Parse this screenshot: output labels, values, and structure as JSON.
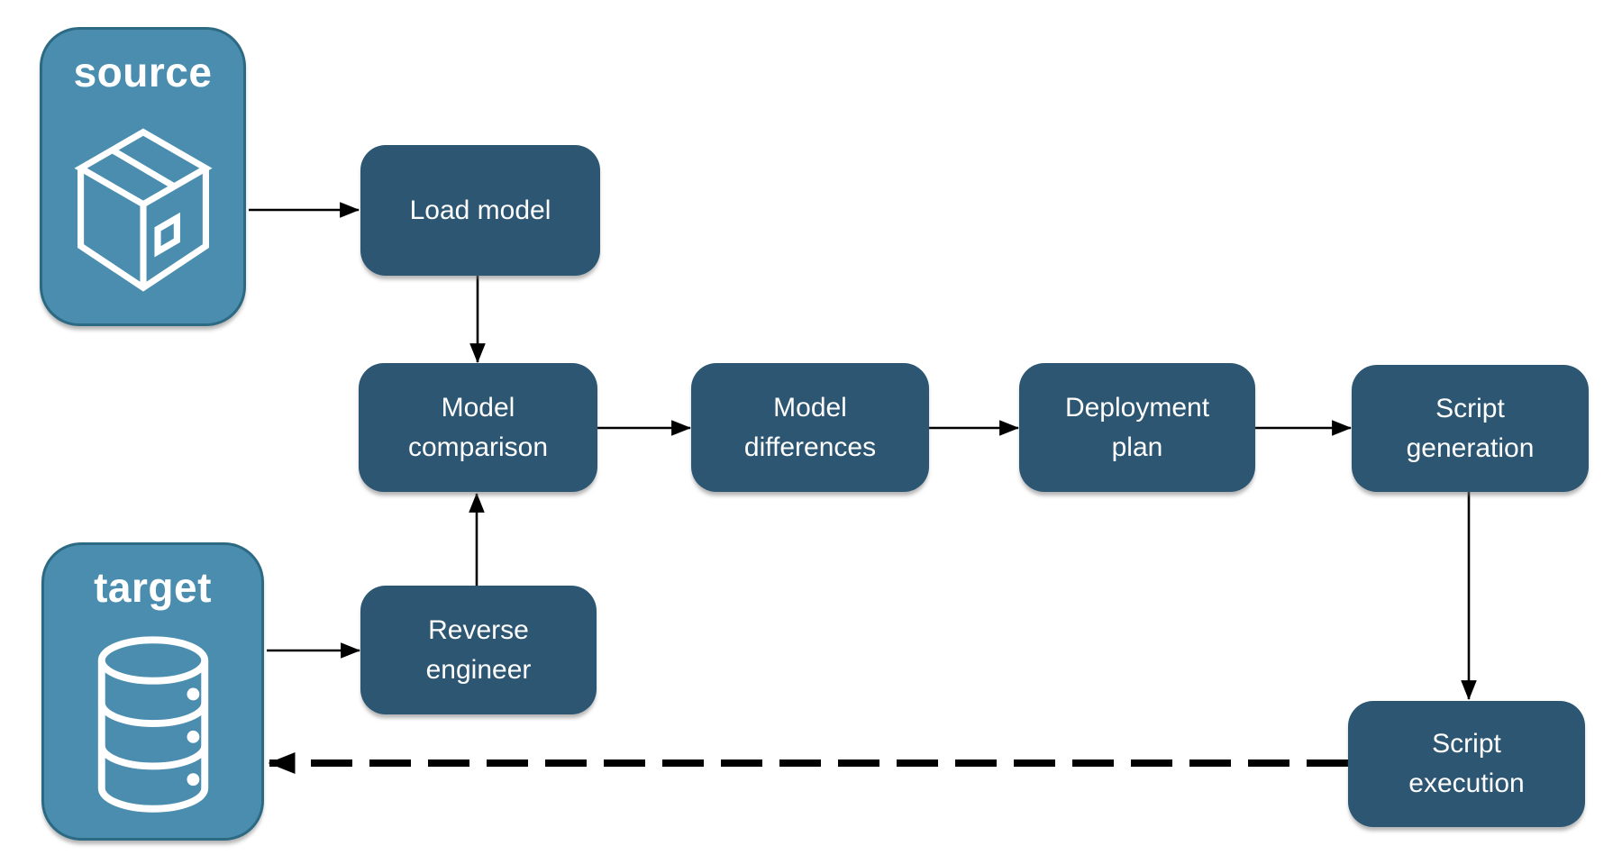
{
  "diagram": {
    "kind": "flowchart",
    "background": "#ffffff"
  },
  "colors": {
    "process_fill": "#2C5672",
    "entity_fill": "#4A8DAE",
    "entity_border": "#2C6A84",
    "arrow_color": "#000000",
    "label_text": "#FFFFFF"
  },
  "entities": {
    "source": {
      "label": "source",
      "icon": "package-box-icon"
    },
    "target": {
      "label": "target",
      "icon": "database-icon"
    }
  },
  "nodes": {
    "load_model": {
      "label": "Load model"
    },
    "model_comparison": {
      "label": "Model\ncomparison"
    },
    "model_differences": {
      "label": "Model\ndifferences"
    },
    "deployment_plan": {
      "label": "Deployment\nplan"
    },
    "script_generation": {
      "label": "Script\ngeneration"
    },
    "reverse_engineer": {
      "label": "Reverse\nengineer"
    },
    "script_execution": {
      "label": "Script\nexecution"
    }
  },
  "edges": [
    {
      "from": "source",
      "to": "load_model",
      "style": "solid"
    },
    {
      "from": "load_model",
      "to": "model_comparison",
      "style": "solid"
    },
    {
      "from": "model_comparison",
      "to": "model_differences",
      "style": "solid"
    },
    {
      "from": "model_differences",
      "to": "deployment_plan",
      "style": "solid"
    },
    {
      "from": "deployment_plan",
      "to": "script_generation",
      "style": "solid"
    },
    {
      "from": "target",
      "to": "reverse_engineer",
      "style": "solid"
    },
    {
      "from": "reverse_engineer",
      "to": "model_comparison",
      "style": "solid"
    },
    {
      "from": "script_generation",
      "to": "script_execution",
      "style": "solid"
    },
    {
      "from": "script_execution",
      "to": "target",
      "style": "dashed"
    }
  ]
}
